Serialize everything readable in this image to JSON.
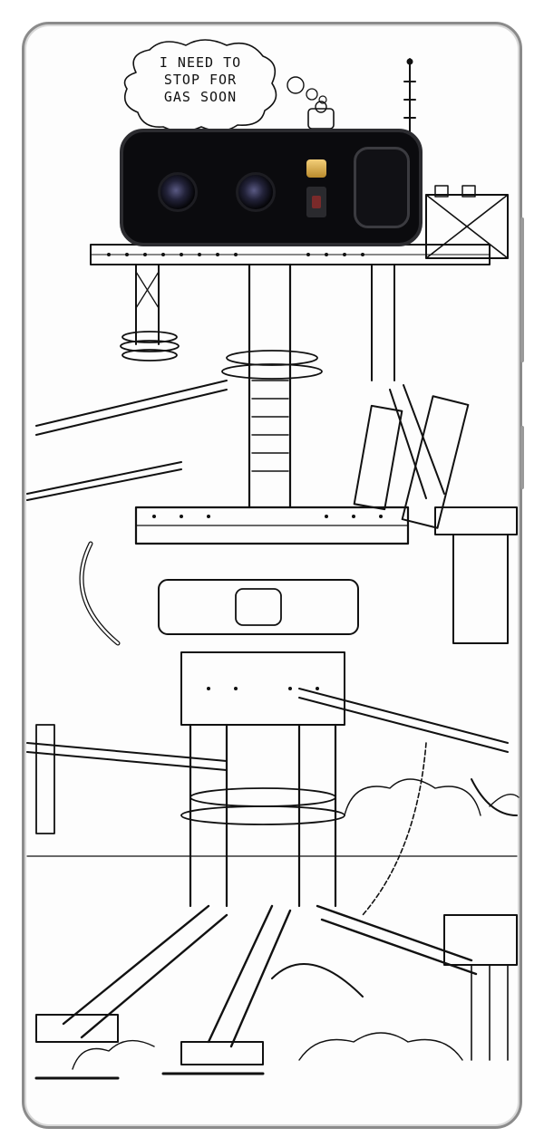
{
  "illustration": {
    "thought_bubble": {
      "lines": [
        "I NEED TO",
        "STOP FOR",
        "GAS SOON"
      ]
    },
    "subject": "intricate-machine-tower-drawing"
  },
  "device": {
    "case_color": "#fdfdfd",
    "frame_color": "#8b8b8b",
    "camera_module_color": "#0b0b0e",
    "flash_color": "#f3cf7a"
  }
}
